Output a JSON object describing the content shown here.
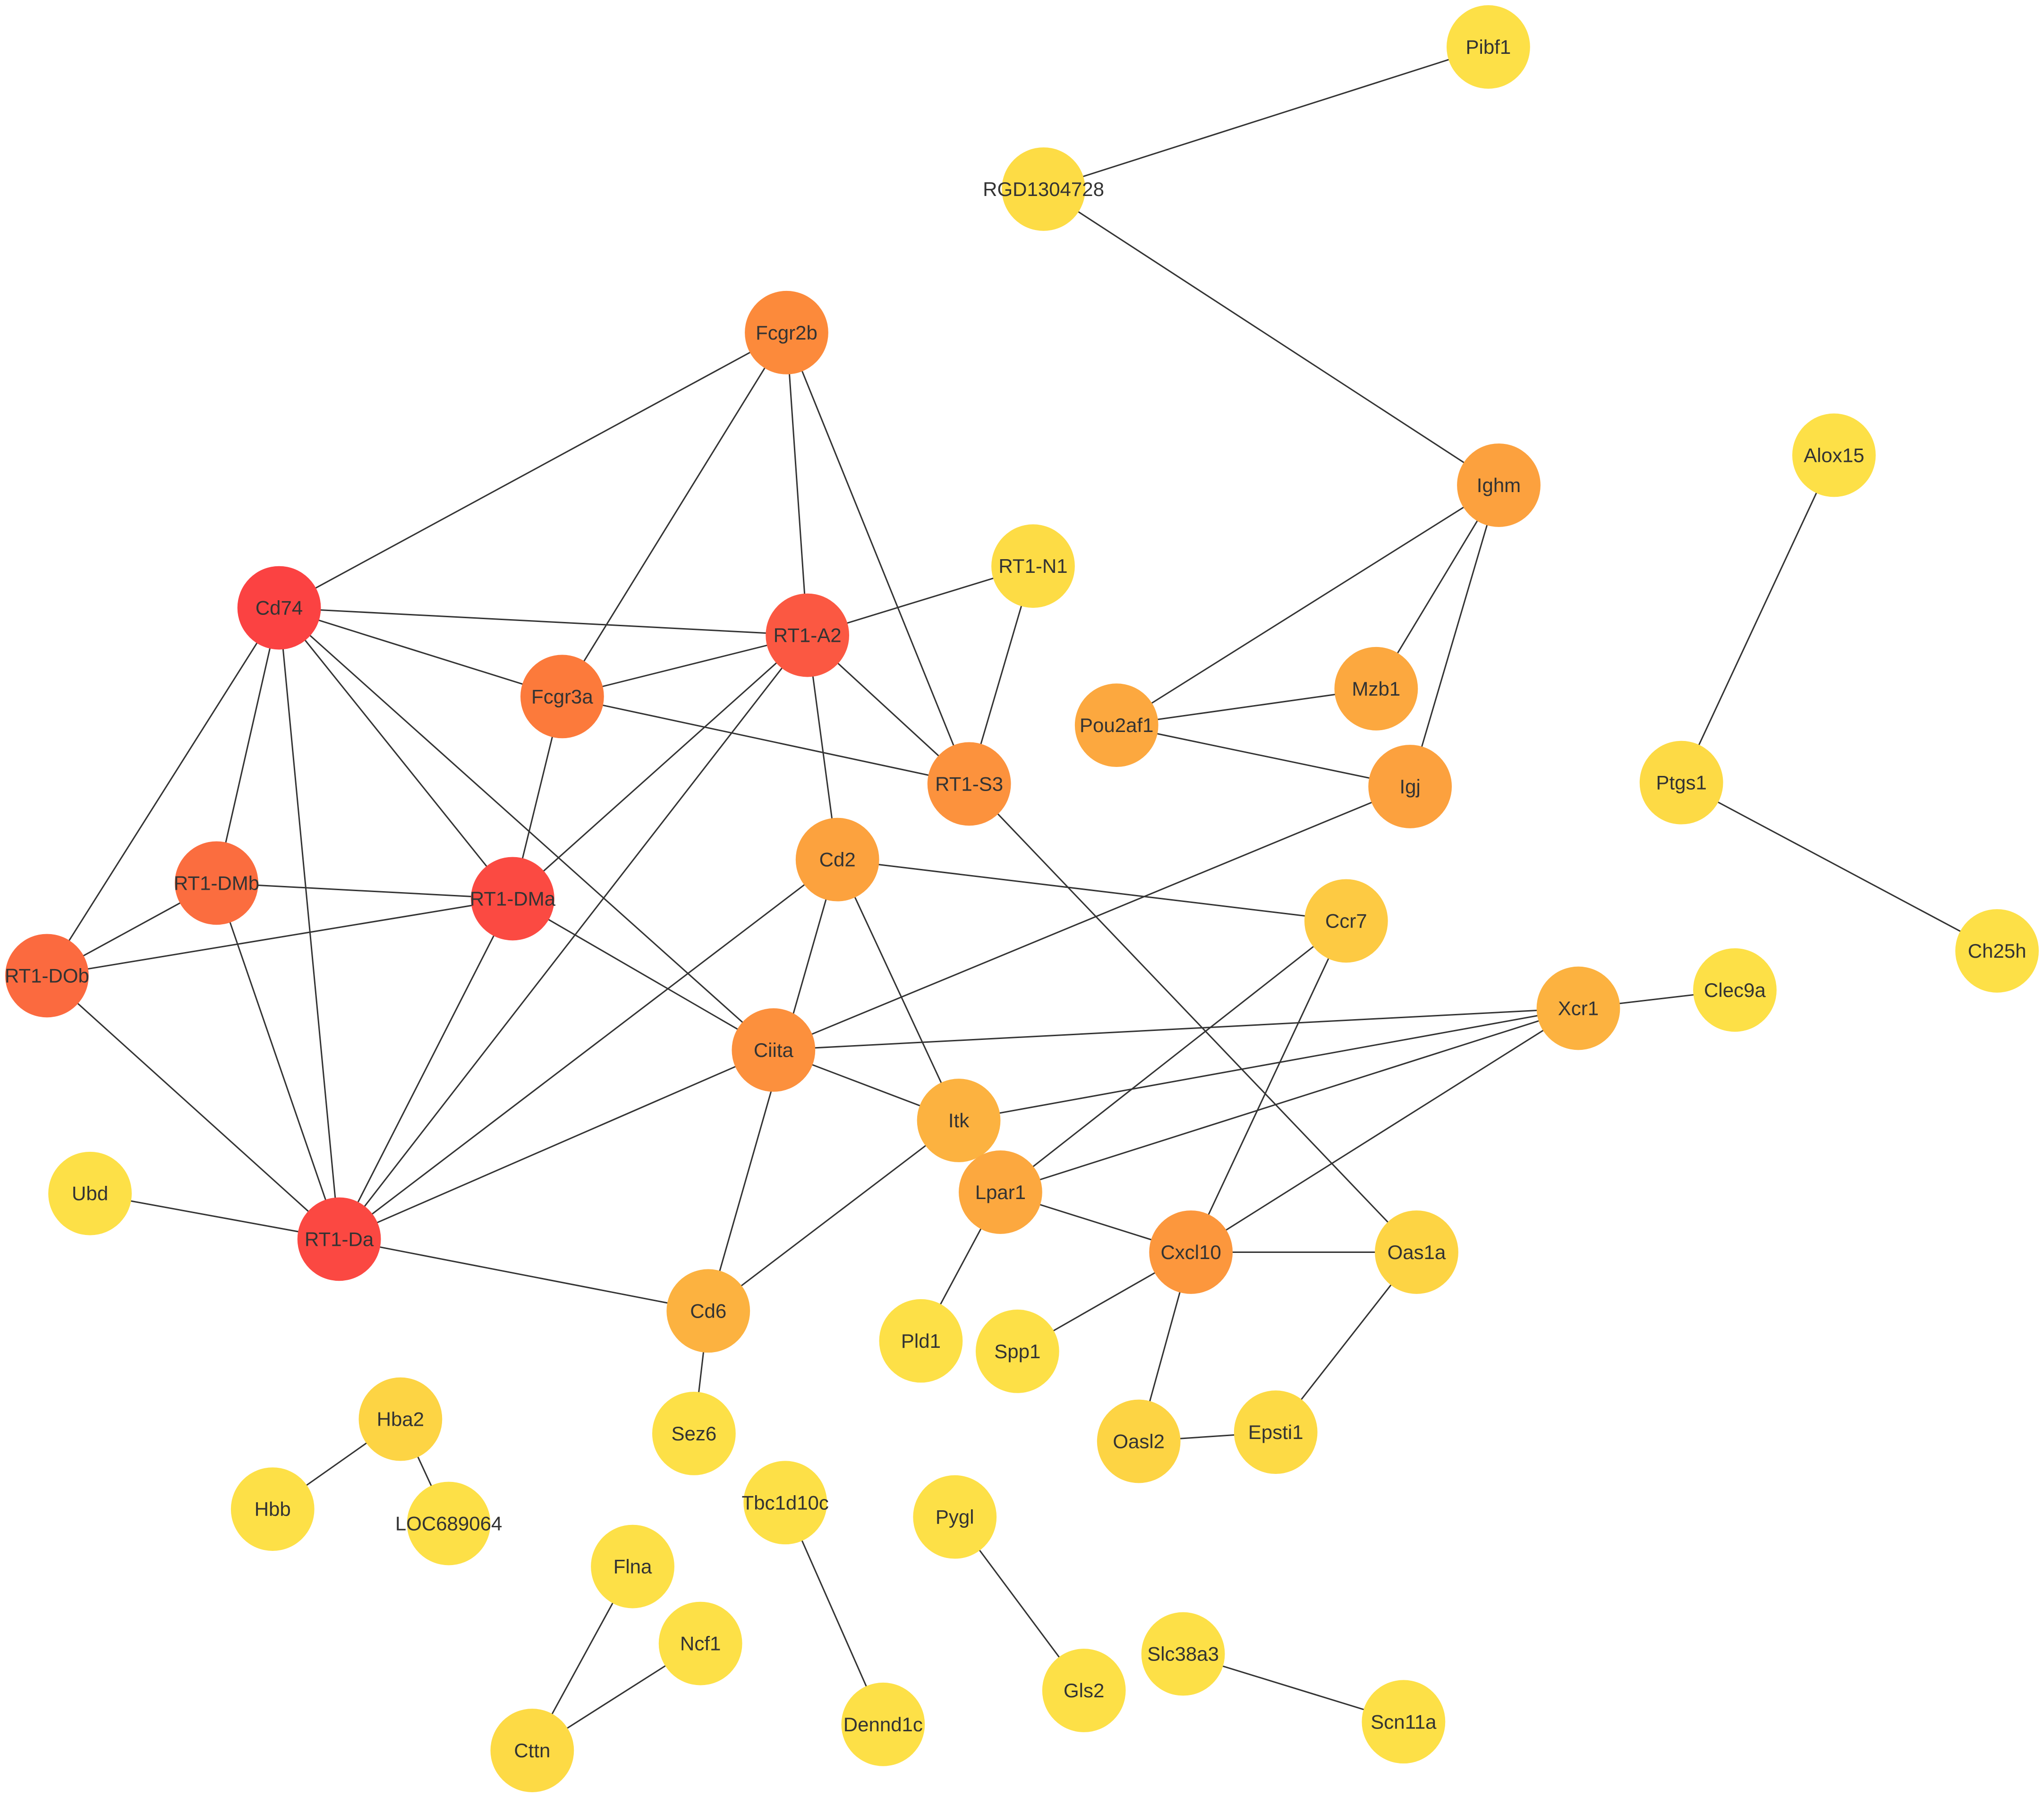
{
  "nodes": [
    {
      "id": "Pibf1",
      "label": "Pibf1",
      "color": "#FDE047"
    },
    {
      "id": "RGD1304728",
      "label": "RGD1304728",
      "color": "#FDDC45"
    },
    {
      "id": "Fcgr2b",
      "label": "Fcgr2b",
      "color": "#FC8A3B"
    },
    {
      "id": "Ighm",
      "label": "Ighm",
      "color": "#FCA13E"
    },
    {
      "id": "Alox15",
      "label": "Alox15",
      "color": "#FDE047"
    },
    {
      "id": "RT1-N1",
      "label": "RT1-N1",
      "color": "#FDDC45"
    },
    {
      "id": "Cd74",
      "label": "Cd74",
      "color": "#FB4242"
    },
    {
      "id": "RT1-A2",
      "label": "RT1-A2",
      "color": "#FB5842"
    },
    {
      "id": "Fcgr3a",
      "label": "Fcgr3a",
      "color": "#FC7A3B"
    },
    {
      "id": "Mzb1",
      "label": "Mzb1",
      "color": "#FCA83F"
    },
    {
      "id": "Pou2af1",
      "label": "Pou2af1",
      "color": "#FCA83F"
    },
    {
      "id": "Igj",
      "label": "Igj",
      "color": "#FCA13E"
    },
    {
      "id": "Ptgs1",
      "label": "Ptgs1",
      "color": "#FDDA45"
    },
    {
      "id": "RT1-S3",
      "label": "RT1-S3",
      "color": "#FC923D"
    },
    {
      "id": "Cd2",
      "label": "Cd2",
      "color": "#FCA23E"
    },
    {
      "id": "RT1-DMb",
      "label": "RT1-DMb",
      "color": "#FB6D3F"
    },
    {
      "id": "RT1-DMa",
      "label": "RT1-DMa",
      "color": "#FB4A42"
    },
    {
      "id": "Ccr7",
      "label": "Ccr7",
      "color": "#FDCA43"
    },
    {
      "id": "Ch25h",
      "label": "Ch25h",
      "color": "#FDE047"
    },
    {
      "id": "RT1-DOb",
      "label": "RT1-DOb",
      "color": "#FB6A3F"
    },
    {
      "id": "Xcr1",
      "label": "Xcr1",
      "color": "#FCB240"
    },
    {
      "id": "Clec9a",
      "label": "Clec9a",
      "color": "#FDE047"
    },
    {
      "id": "Ciita",
      "label": "Ciita",
      "color": "#FC903D"
    },
    {
      "id": "Itk",
      "label": "Itk",
      "color": "#FCB240"
    },
    {
      "id": "Lpar1",
      "label": "Lpar1",
      "color": "#FCA83F"
    },
    {
      "id": "Ubd",
      "label": "Ubd",
      "color": "#FDE047"
    },
    {
      "id": "RT1-Da",
      "label": "RT1-Da",
      "color": "#FB4842"
    },
    {
      "id": "Cxcl10",
      "label": "Cxcl10",
      "color": "#FC973D"
    },
    {
      "id": "Oas1a",
      "label": "Oas1a",
      "color": "#FDD444"
    },
    {
      "id": "Cd6",
      "label": "Cd6",
      "color": "#FCB240"
    },
    {
      "id": "Pld1",
      "label": "Pld1",
      "color": "#FDE047"
    },
    {
      "id": "Spp1",
      "label": "Spp1",
      "color": "#FDE047"
    },
    {
      "id": "Hba2",
      "label": "Hba2",
      "color": "#FDD444"
    },
    {
      "id": "Sez6",
      "label": "Sez6",
      "color": "#FDE047"
    },
    {
      "id": "Oasl2",
      "label": "Oasl2",
      "color": "#FDD444"
    },
    {
      "id": "Epsti1",
      "label": "Epsti1",
      "color": "#FDDA45"
    },
    {
      "id": "Hbb",
      "label": "Hbb",
      "color": "#FDE047"
    },
    {
      "id": "LOC689064",
      "label": "LOC689064",
      "color": "#FDE047"
    },
    {
      "id": "Tbc1d10c",
      "label": "Tbc1d10c",
      "color": "#FDE047"
    },
    {
      "id": "Pygl",
      "label": "Pygl",
      "color": "#FDE047"
    },
    {
      "id": "Flna",
      "label": "Flna",
      "color": "#FDE047"
    },
    {
      "id": "Ncf1",
      "label": "Ncf1",
      "color": "#FDE047"
    },
    {
      "id": "Slc38a3",
      "label": "Slc38a3",
      "color": "#FDE047"
    },
    {
      "id": "Gls2",
      "label": "Gls2",
      "color": "#FDE047"
    },
    {
      "id": "Scn11a",
      "label": "Scn11a",
      "color": "#FDE047"
    },
    {
      "id": "Dennd1c",
      "label": "Dennd1c",
      "color": "#FDE047"
    },
    {
      "id": "Cttn",
      "label": "Cttn",
      "color": "#FDDA45"
    }
  ],
  "edges": [
    [
      "Pibf1",
      "RGD1304728"
    ],
    [
      "RGD1304728",
      "Ighm"
    ],
    [
      "Fcgr2b",
      "Cd74"
    ],
    [
      "Fcgr2b",
      "Fcgr3a"
    ],
    [
      "Fcgr2b",
      "RT1-A2"
    ],
    [
      "Fcgr2b",
      "RT1-S3"
    ],
    [
      "Cd74",
      "RT1-A2"
    ],
    [
      "Cd74",
      "Fcgr3a"
    ],
    [
      "Cd74",
      "RT1-DMb"
    ],
    [
      "Cd74",
      "RT1-DOb"
    ],
    [
      "Cd74",
      "RT1-DMa"
    ],
    [
      "Cd74",
      "RT1-Da"
    ],
    [
      "Cd74",
      "Ciita"
    ],
    [
      "RT1-A2",
      "Fcgr3a"
    ],
    [
      "RT1-A2",
      "RT1-N1"
    ],
    [
      "RT1-A2",
      "RT1-S3"
    ],
    [
      "RT1-A2",
      "Cd2"
    ],
    [
      "RT1-A2",
      "RT1-DMa"
    ],
    [
      "RT1-A2",
      "RT1-Da"
    ],
    [
      "RT1-N1",
      "RT1-S3"
    ],
    [
      "Fcgr3a",
      "RT1-S3"
    ],
    [
      "Fcgr3a",
      "RT1-DMa"
    ],
    [
      "RT1-S3",
      "Oas1a"
    ],
    [
      "Ighm",
      "Pou2af1"
    ],
    [
      "Ighm",
      "Mzb1"
    ],
    [
      "Ighm",
      "Igj"
    ],
    [
      "Pou2af1",
      "Mzb1"
    ],
    [
      "Pou2af1",
      "Igj"
    ],
    [
      "Igj",
      "Ciita"
    ],
    [
      "Alox15",
      "Ptgs1"
    ],
    [
      "Ptgs1",
      "Ch25h"
    ],
    [
      "RT1-DMb",
      "RT1-DMa"
    ],
    [
      "RT1-DMb",
      "RT1-DOb"
    ],
    [
      "RT1-DMb",
      "RT1-Da"
    ],
    [
      "RT1-DOb",
      "RT1-DMa"
    ],
    [
      "RT1-DOb",
      "RT1-Da"
    ],
    [
      "RT1-DMa",
      "RT1-Da"
    ],
    [
      "RT1-DMa",
      "Ciita"
    ],
    [
      "Cd2",
      "Ccr7"
    ],
    [
      "Cd2",
      "RT1-Da"
    ],
    [
      "Cd2",
      "Cd6"
    ],
    [
      "Cd2",
      "Itk"
    ],
    [
      "Ciita",
      "RT1-Da"
    ],
    [
      "Ciita",
      "Xcr1"
    ],
    [
      "Ciita",
      "Itk"
    ],
    [
      "Ccr7",
      "Lpar1"
    ],
    [
      "Ccr7",
      "Cxcl10"
    ],
    [
      "Xcr1",
      "Clec9a"
    ],
    [
      "Xcr1",
      "Itk"
    ],
    [
      "Xcr1",
      "Lpar1"
    ],
    [
      "Xcr1",
      "Cxcl10"
    ],
    [
      "Itk",
      "Cd6"
    ],
    [
      "Lpar1",
      "Cxcl10"
    ],
    [
      "Lpar1",
      "Pld1"
    ],
    [
      "Ubd",
      "RT1-Da"
    ],
    [
      "RT1-Da",
      "Cd6"
    ],
    [
      "Cd6",
      "Sez6"
    ],
    [
      "Cxcl10",
      "Oas1a"
    ],
    [
      "Cxcl10",
      "Spp1"
    ],
    [
      "Cxcl10",
      "Oasl2"
    ],
    [
      "Oas1a",
      "Epsti1"
    ],
    [
      "Oasl2",
      "Epsti1"
    ],
    [
      "Hba2",
      "Hbb"
    ],
    [
      "Hba2",
      "LOC689064"
    ],
    [
      "Tbc1d10c",
      "Dennd1c"
    ],
    [
      "Pygl",
      "Gls2"
    ],
    [
      "Flna",
      "Cttn"
    ],
    [
      "Ncf1",
      "Cttn"
    ],
    [
      "Slc38a3",
      "Scn11a"
    ]
  ]
}
